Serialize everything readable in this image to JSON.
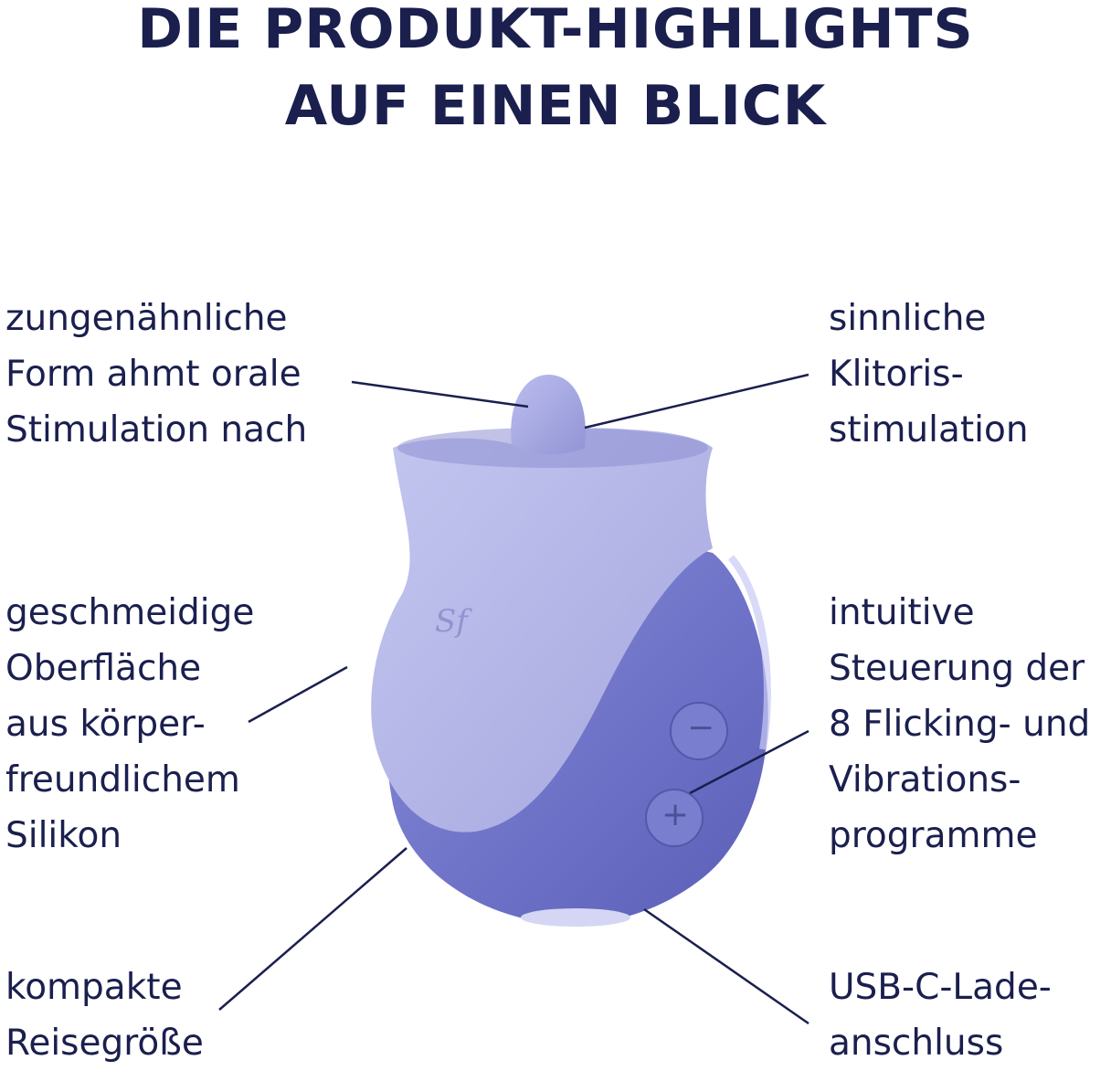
{
  "title": {
    "line1": "DIE PRODUKT-HIGHLIGHTS",
    "line2": "AUF EINEN BLICK"
  },
  "features": {
    "tongue_shape": [
      "zungenähnliche",
      "Form ahmt orale",
      "Stimulation nach"
    ],
    "clitoral": [
      "sinnliche",
      "Klitoris-",
      "stimulation"
    ],
    "silicone": [
      "geschmeidige",
      "Oberfläche",
      "aus körper-",
      "freundlichem",
      "Silikon"
    ],
    "controls": [
      "intuitive",
      "Steuerung der",
      "8 Flicking- und",
      "Vibrations-",
      "programme"
    ],
    "compact": [
      "kompakte",
      "Reisegröße"
    ],
    "usb": [
      "USB-C-Lade-",
      "anschluss"
    ]
  },
  "product": {
    "logo": "Sf",
    "button_minus": "−",
    "button_plus": "+"
  },
  "colors": {
    "text": "#1a1f4e",
    "body_light": "#b2b4e6",
    "body_dark": "#7478cc",
    "pointer_line": "#1a1f4e"
  }
}
